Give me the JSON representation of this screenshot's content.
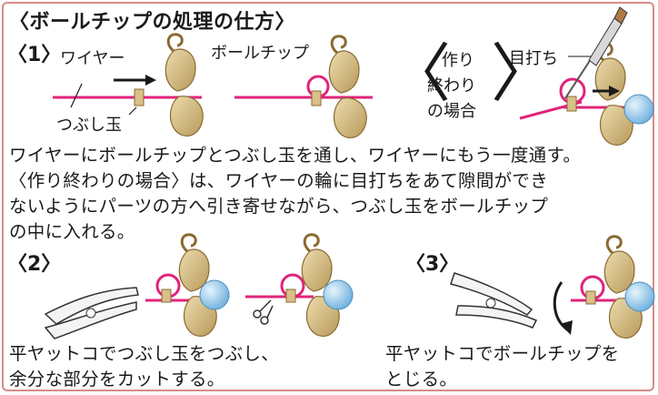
{
  "title": "〈ボールチップの処理の仕方〉",
  "step1": {
    "number": "〈1〉",
    "label_wire": "ワイヤー",
    "label_ball_tip": "ボールチップ",
    "label_crimp": "つぶし玉",
    "label_end_bracket_left": "〈",
    "label_end_bracket_right": "〉",
    "label_end_line1": "作り",
    "label_end_line2": "終わり",
    "label_end_line3": "の場合",
    "label_awl": "目打ち",
    "description_line1": "ワイヤーにボールチップとつぶし玉を通し、ワイヤーにもう一度通す。",
    "description_line2": "〈作り終わりの場合〉は、ワイヤーの輪に目打ちをあて隙間ができ",
    "description_line3": "ないようにパーツの方へ引き寄せながら、つぶし玉をボールチップ",
    "description_line4": "の中に入れる。"
  },
  "step2": {
    "number": "〈2〉",
    "description_line1": "平ヤットコでつぶし玉をつぶし、",
    "description_line2": "余分な部分をカットする。"
  },
  "step3": {
    "number": "〈3〉",
    "description_line1": "平ヤットコでボールチップを",
    "description_line2": "とじる。"
  },
  "colors": {
    "wire": "#e0247a",
    "ball_tip": "#d9c08a",
    "bead": "#8fc6ea",
    "border": "#d98a8a"
  }
}
